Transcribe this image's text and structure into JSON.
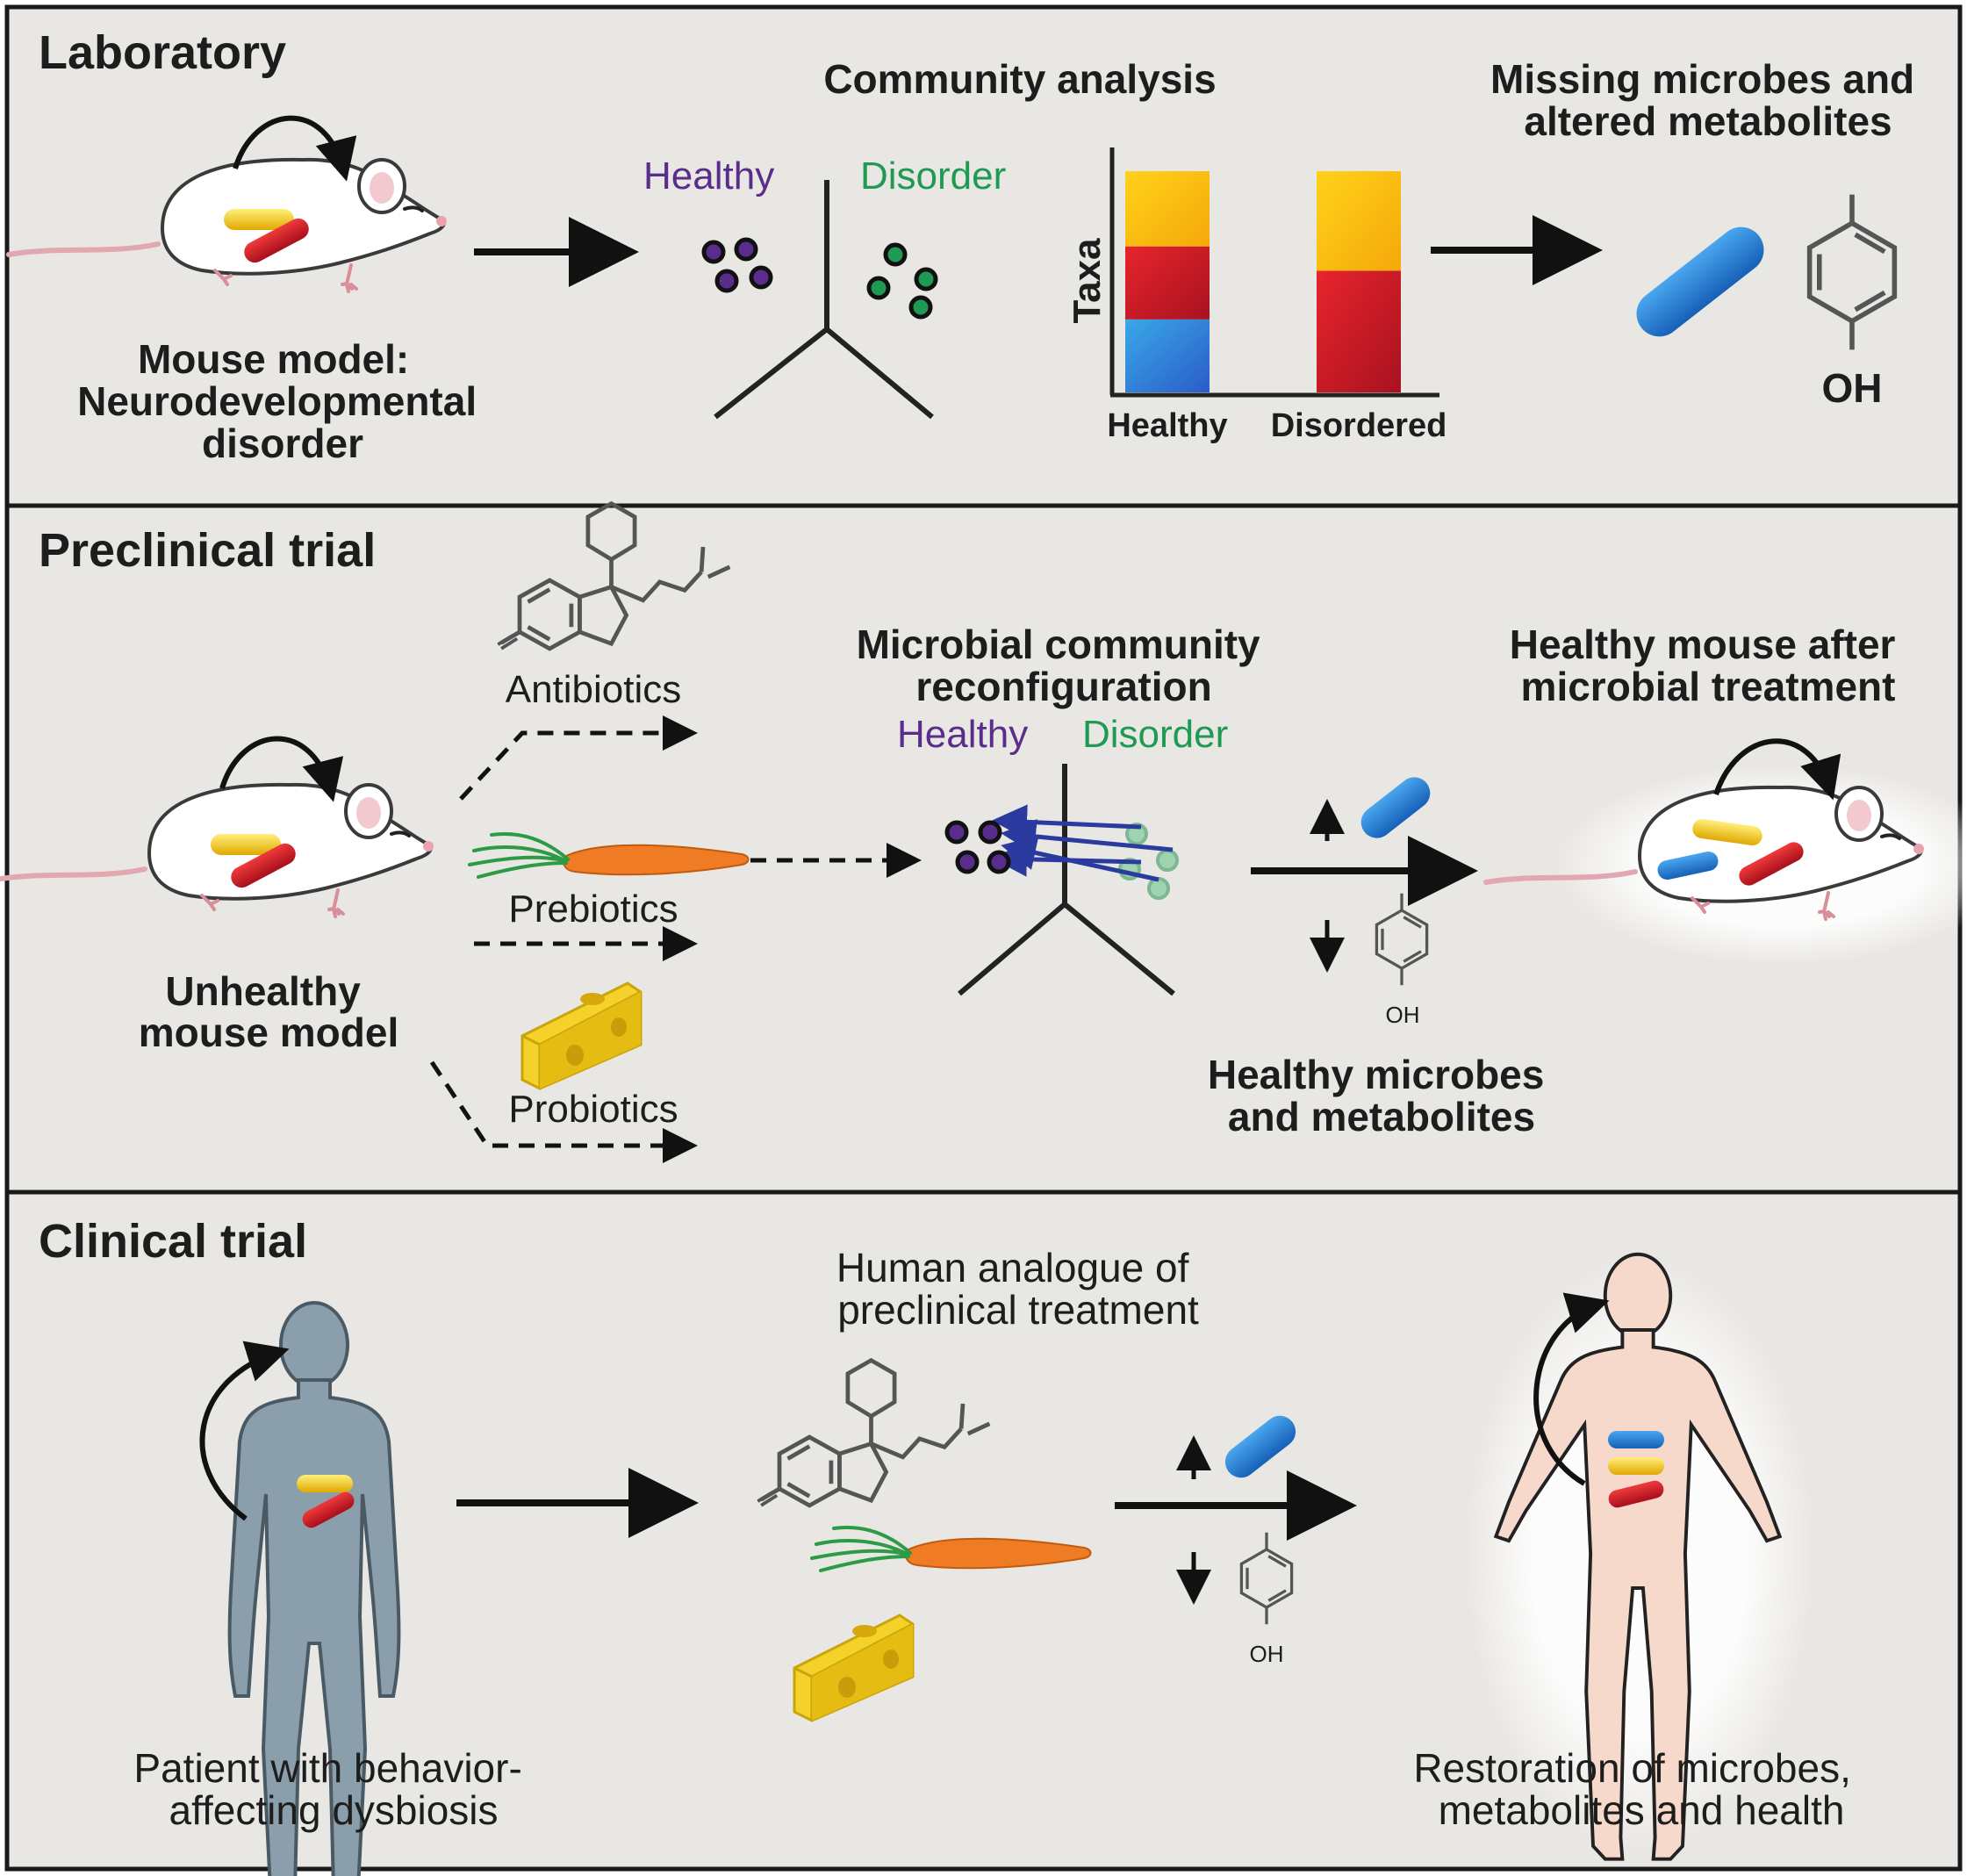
{
  "panels": {
    "laboratory": {
      "title": "Laboratory",
      "mouse_caption": [
        "Mouse model:",
        "Neurodevelopmental",
        "disorder"
      ],
      "community_title": "Community analysis",
      "healthy_label": "Healthy",
      "disorder_label": "Disorder",
      "bar_ylabel": "Taxa",
      "bar_xlabels": [
        "Healthy",
        "Disordered"
      ],
      "missing_title": [
        "Missing microbes and",
        "altered metabolites"
      ],
      "oh_label": "OH"
    },
    "preclinical": {
      "title": "Preclinical trial",
      "antibiotics": "Antibiotics",
      "prebiotics": "Prebiotics",
      "probiotics": "Probiotics",
      "mouse_caption": [
        "Unhealthy",
        "mouse model"
      ],
      "reconfig_title": [
        "Microbial community",
        "reconfiguration"
      ],
      "healthy_label": "Healthy",
      "disorder_label": "Disorder",
      "healthy_mouse_title": [
        "Healthy mouse after",
        "microbial treatment"
      ],
      "outcome_caption": [
        "Healthy microbes",
        "and metabolites"
      ],
      "oh_label": "OH"
    },
    "clinical": {
      "title": "Clinical trial",
      "patient_caption": [
        "Patient with behavior-",
        "affecting dysbiosis"
      ],
      "analogue_title": [
        "Human analogue of",
        "preclinical treatment"
      ],
      "restoration_caption": [
        "Restoration of microbes,",
        "metabolites and health"
      ],
      "oh_label": "OH"
    }
  },
  "colors": {
    "panel_bg": "#e9e7e3",
    "border": "#1a1a1a",
    "healthy": "#5a2d8c",
    "disorder": "#1f9a54",
    "bacteria_blue": "#2a6fd1",
    "bacteria_red": "#d5232f",
    "bacteria_yellow": "#f2c200",
    "patient_body": "#8a9fab",
    "restored_body": "#f7d9cc",
    "carrot": "#ef7b24",
    "cheese": "#f5d22a"
  },
  "icons": [
    "mouse-icon",
    "bacterium-icon",
    "phenol-molecule-icon",
    "drug-molecule-icon",
    "carrot-icon",
    "cheese-icon",
    "human-body-icon",
    "curved-arrow-icon"
  ],
  "chart_data": {
    "type": "bar",
    "stacked": true,
    "categories": [
      "Healthy",
      "Disordered"
    ],
    "ylabel": "Taxa",
    "series": [
      {
        "color": "#2a8fd8",
        "values": [
          33,
          0
        ]
      },
      {
        "color": "#d41f2a",
        "values": [
          33,
          55
        ]
      },
      {
        "color": "#f7c30c",
        "values": [
          34,
          45
        ]
      }
    ],
    "ylim": [
      0,
      100
    ]
  }
}
